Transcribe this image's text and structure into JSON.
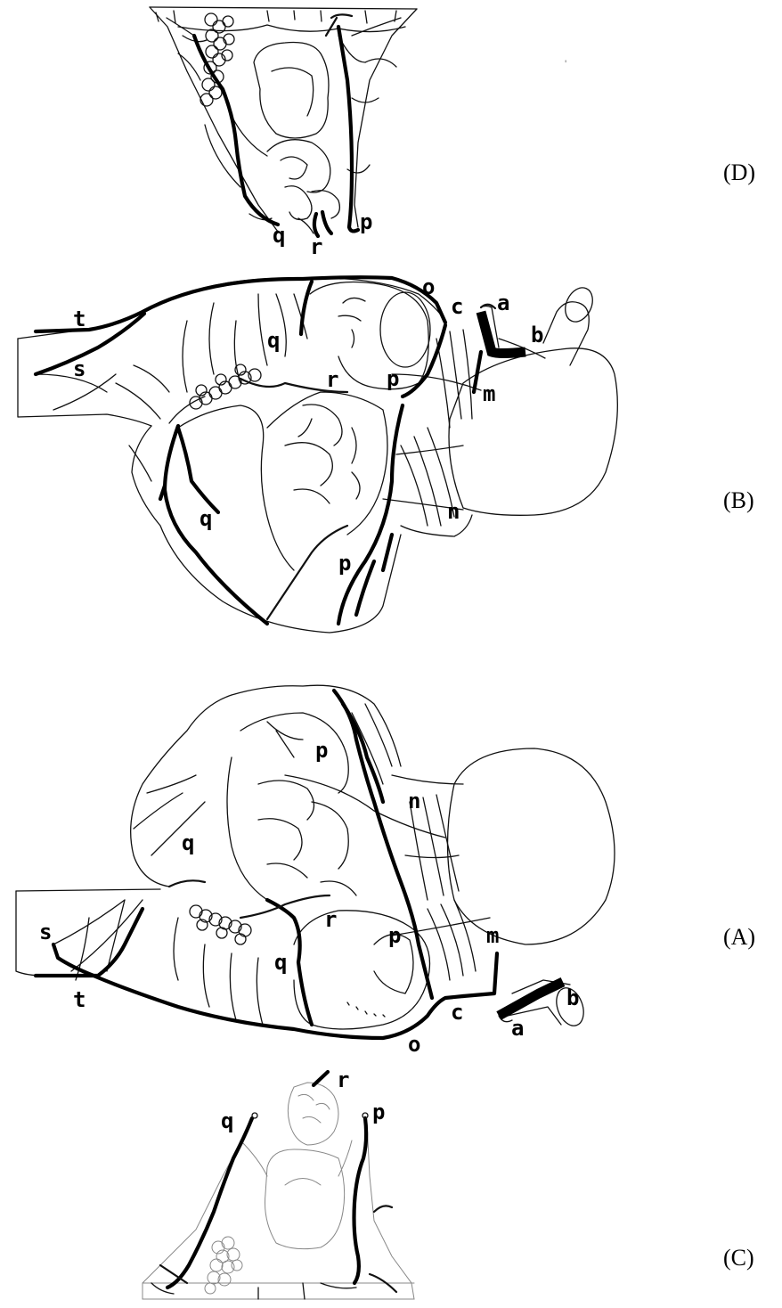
{
  "panels": {
    "D": {
      "label": "(D)",
      "letters": {
        "q": "q",
        "r": "r",
        "p": "p"
      }
    },
    "B": {
      "label": "(B)",
      "letters": {
        "t": "t",
        "s": "s",
        "q1": "q",
        "o": "o",
        "c": "c",
        "a": "a",
        "b": "b",
        "r": "r",
        "p1": "p",
        "m": "m",
        "q2": "q",
        "n": "n",
        "p2": "p"
      }
    },
    "A": {
      "label": "(A)",
      "letters": {
        "p1": "p",
        "n": "n",
        "q1": "q",
        "s": "s",
        "r": "r",
        "p2": "p",
        "m": "m",
        "q2": "q",
        "t": "t",
        "c": "c",
        "b": "b",
        "a": "a",
        "o": "o"
      }
    },
    "C": {
      "label": "(C)",
      "letters": {
        "r": "r",
        "q": "q",
        "p": "p"
      }
    }
  }
}
